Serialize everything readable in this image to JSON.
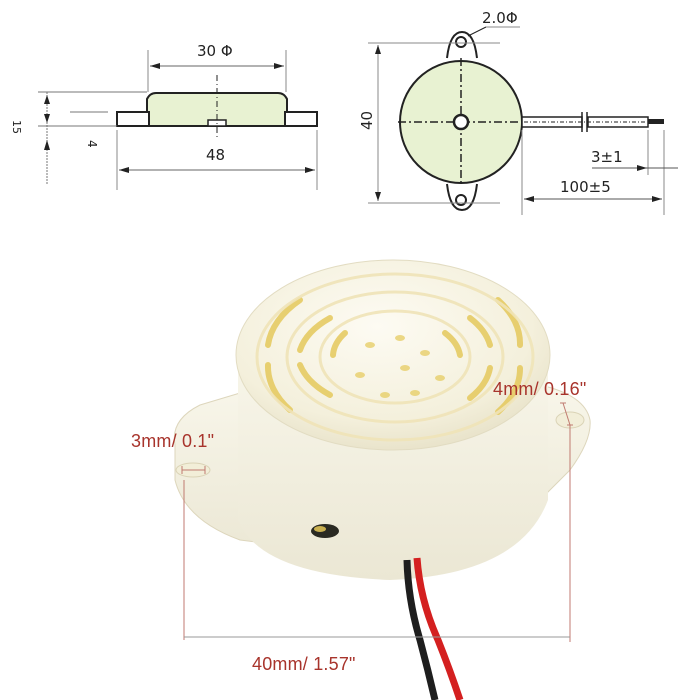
{
  "side_view": {
    "top_diameter_label": "30 Φ",
    "bottom_width_label": "48",
    "height_total_label": "15",
    "height_flange_label": "4"
  },
  "top_view": {
    "hole_diameter_label": "2.0Φ",
    "height_label": "40",
    "wire_strip_label": "3±1",
    "wire_length_label": "100±5"
  },
  "photo": {
    "hole_dim_label": "3mm/ 0.1\"",
    "flange_dim_label": "4mm/ 0.16\"",
    "spacing_dim_label": "40mm/ 1.57\""
  },
  "colors": {
    "body_fill": "#e8f2d2",
    "line": "#222222",
    "label_red": "#a8342c",
    "plastic": "#f7f3e4",
    "wire_red": "#d42020",
    "wire_black": "#1e1e1e"
  }
}
